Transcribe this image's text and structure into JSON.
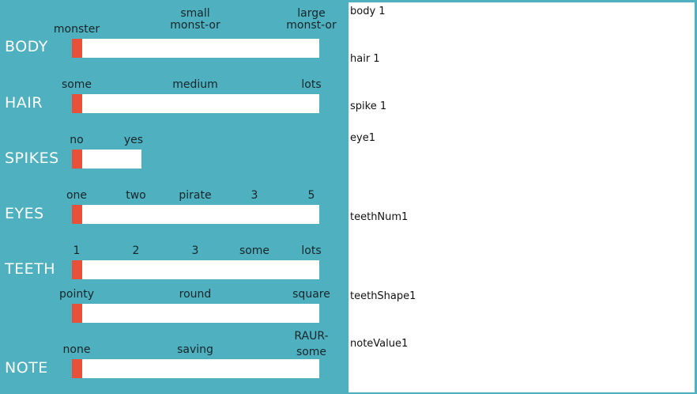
{
  "controls": [
    {
      "title": "BODY",
      "ticks": [
        "monster",
        "small monst-or",
        "large monst-or"
      ],
      "value": 0
    },
    {
      "title": "HAIR",
      "ticks": [
        "some",
        "medium",
        "lots"
      ],
      "value": 0
    },
    {
      "title": "SPIKES",
      "ticks": [
        "no",
        "yes"
      ],
      "value": 0
    },
    {
      "title": "EYES",
      "ticks": [
        "one",
        "two",
        "pirate",
        "3",
        "5"
      ],
      "value": 0
    },
    {
      "title": "TEETH",
      "ticks": [
        "1",
        "2",
        "3",
        "some",
        "lots"
      ],
      "value": 0
    },
    {
      "title": "",
      "ticks": [
        "pointy",
        "round",
        "square"
      ],
      "value": 0
    },
    {
      "title": "NOTE",
      "ticks": [
        "none",
        "saving",
        "RAUR-some"
      ],
      "value": 0
    }
  ],
  "output": {
    "lines": [
      "body 1",
      "hair 1",
      "spike 1",
      "eye1",
      "teethNum1",
      "teethShape1",
      "noteValue1"
    ]
  },
  "colors": {
    "panel": "#4fb0bf",
    "thumb": "#e8503a",
    "track": "#ffffff",
    "output_bg": "#ffffff"
  }
}
